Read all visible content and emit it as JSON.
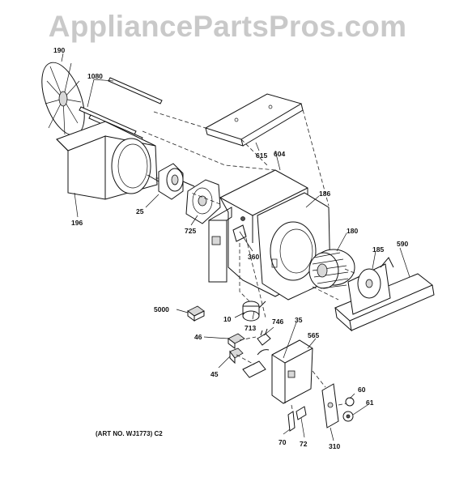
{
  "watermark": "AppliancePartsPros.com",
  "caption": "(ART NO. WJ1773) C2",
  "callouts": {
    "p190": "190",
    "p1080": "1080",
    "p196": "196",
    "p25": "25",
    "p725": "725",
    "p615": "615",
    "p604": "604",
    "p186": "186",
    "p180": "180",
    "p185": "185",
    "p590": "590",
    "p360": "360",
    "p5000": "5000",
    "p10": "10",
    "p713": "713",
    "p746": "746",
    "p35": "35",
    "p565": "565",
    "p46": "46",
    "p45": "45",
    "p60": "60",
    "p61": "61",
    "p70": "70",
    "p72": "72",
    "p310": "310"
  }
}
